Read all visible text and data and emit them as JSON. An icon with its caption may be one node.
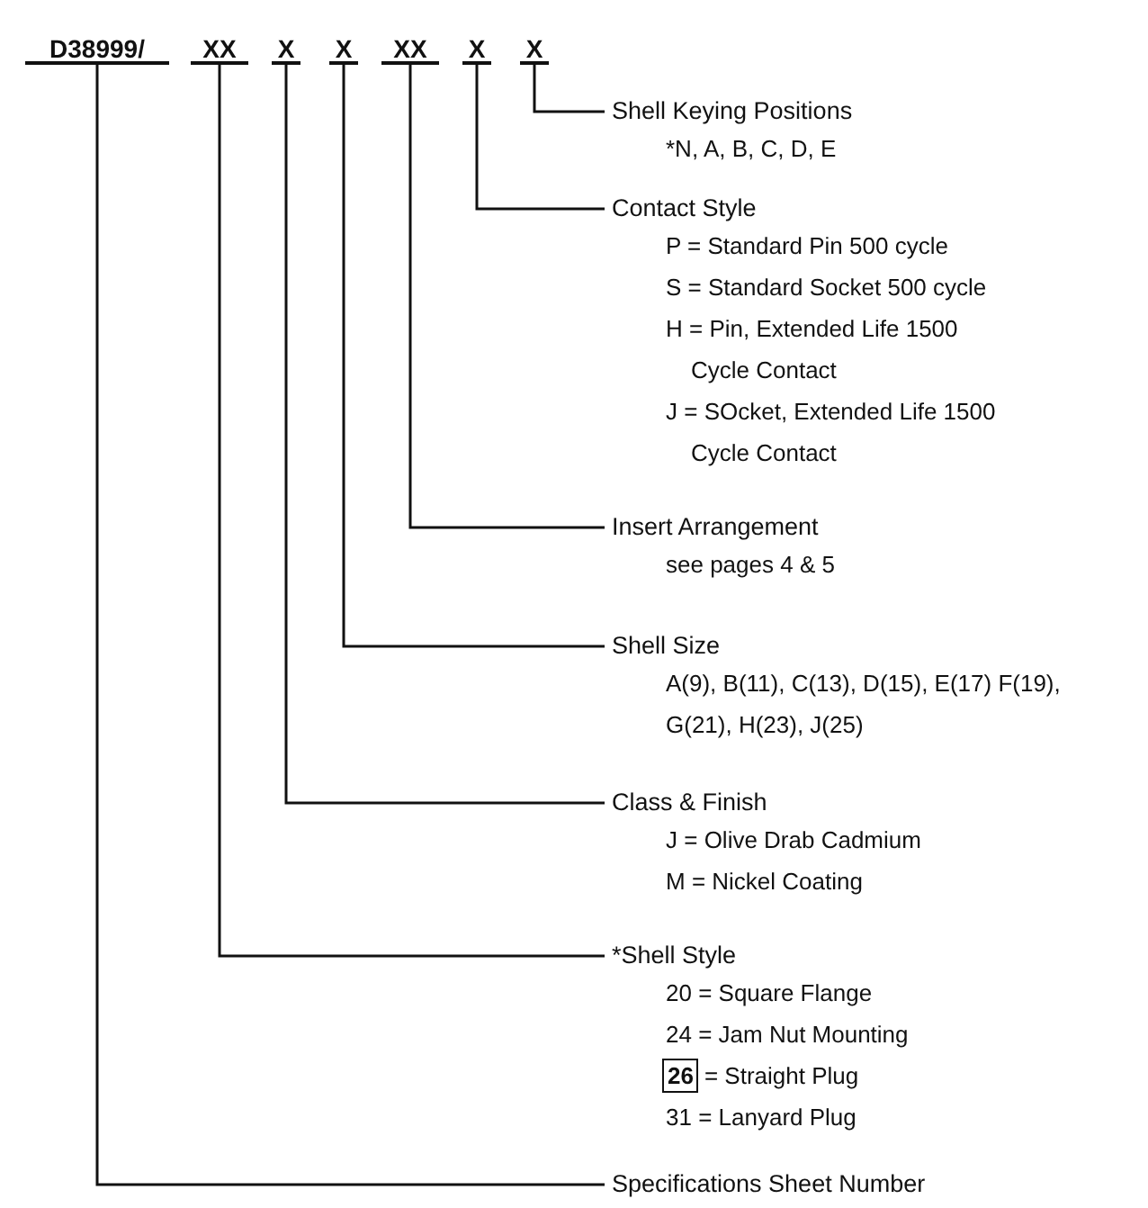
{
  "diagram": {
    "nodes": [
      {
        "text": [
          "D38999/"
        ]
      },
      {
        "text": [
          "XX"
        ]
      },
      {
        "text": [
          "X"
        ]
      },
      {
        "text": [
          "X"
        ]
      },
      {
        "text": [
          "XX"
        ]
      },
      {
        "text": [
          "X"
        ]
      },
      {
        "text": [
          "X"
        ]
      },
      {
        "text": [
          "Shell Keying Positions",
          "*N, A, B, C, D, E"
        ]
      },
      {
        "text": [
          "Contact Style",
          "P = Standard Pin 500 cycle",
          "S = Standard Socket 500 cycle",
          "H = Pin, Extended Life 1500 Cycle Contact",
          "J = SOcket, Extended Life 1500 Cycle Contact"
        ]
      },
      {
        "text": [
          "Insert Arrangement",
          "see pages 4 & 5"
        ]
      },
      {
        "text": [
          "Shell Size",
          "A(9), B(11), C(13), D(15), E(17) F(19), G(21), H(23), J(25)"
        ]
      },
      {
        "text": [
          "Class & Finish",
          "J = Olive Drab Cadmium",
          "M = Nickel Coating"
        ]
      },
      {
        "text": [
          "*Shell Style",
          "20 = Square Flange",
          "24 = Jam Nut Mounting",
          "31 = Lanyard Plug"
        ]
      },
      {
        "text": [
          "26"
        ],
        "in": 12,
        "beside": [
          "= Straight Plug"
        ]
      },
      {
        "text": [
          "Specifications Sheet Number"
        ]
      }
    ],
    "edges": [
      {
        "from": 6,
        "to": 7,
        "arrow": "none"
      },
      {
        "from": 5,
        "to": 8,
        "arrow": "none"
      },
      {
        "from": 4,
        "to": 9,
        "arrow": "none"
      },
      {
        "from": 3,
        "to": 10,
        "arrow": "none"
      },
      {
        "from": 2,
        "to": 11,
        "arrow": "none"
      },
      {
        "from": 1,
        "to": 12,
        "arrow": "none"
      },
      {
        "from": 0,
        "to": 14,
        "arrow": "none"
      }
    ]
  }
}
